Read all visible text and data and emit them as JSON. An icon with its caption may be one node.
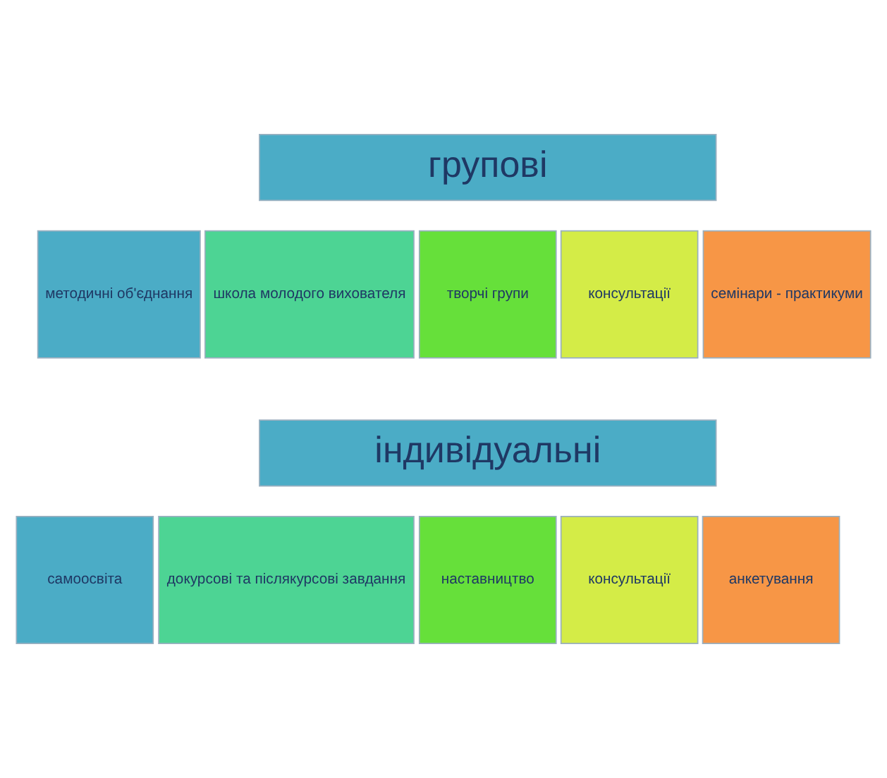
{
  "diagram": {
    "nodes": [
      {
        "text": [
          "групові"
        ]
      },
      {
        "text": [
          "методичні об'єднання"
        ]
      },
      {
        "text": [
          "школа молодого вихователя"
        ]
      },
      {
        "text": [
          "творчі групи"
        ]
      },
      {
        "text": [
          "консультації"
        ]
      },
      {
        "text": [
          "семінари - практикуми"
        ]
      },
      {
        "text": [
          "індивідуальні"
        ]
      },
      {
        "text": [
          "самоосвіта"
        ]
      },
      {
        "text": [
          "докурсові та післякурсові завдання"
        ]
      },
      {
        "text": [
          "наставництво"
        ]
      },
      {
        "text": [
          "консультації"
        ]
      },
      {
        "text": [
          "анкетування"
        ]
      }
    ]
  }
}
